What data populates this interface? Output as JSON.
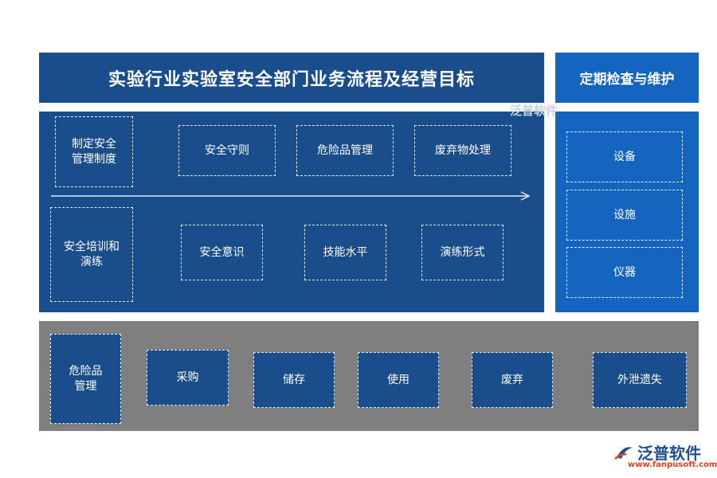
{
  "title": "实验行业实验室安全部门业务流程及经营目标",
  "side_title": "定期检查与维护",
  "row1": [
    "制定安全\n管理制度",
    "安全守则",
    "危险品管理",
    "废弃物处理"
  ],
  "row2": [
    "安全培训和\n演练",
    "安全意识",
    "技能水平",
    "演练形式"
  ],
  "side_items": [
    "设备",
    "设施",
    "仪器"
  ],
  "bottom_items": [
    "危险品\n管理",
    "采购",
    "储存",
    "使用",
    "废弃",
    "外泄遗失"
  ],
  "watermark": "泛普软件",
  "logo": {
    "name": "泛普软件",
    "url": "www.fanpusoft.com"
  }
}
